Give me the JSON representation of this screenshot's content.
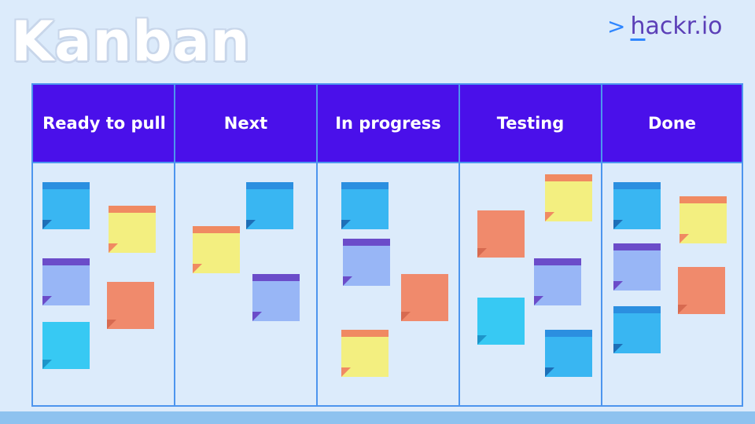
{
  "title": "Kanban",
  "logo": {
    "chevron": ">",
    "h": "h",
    "rest": "ackr.io"
  },
  "columns": [
    {
      "label": "Ready to pull"
    },
    {
      "label": "Next"
    },
    {
      "label": "In progress"
    },
    {
      "label": "Testing"
    },
    {
      "label": "Done"
    }
  ],
  "colors": {
    "header_bg": "#4a10ea",
    "board_border": "#4d95ee",
    "blue_note": "#39b6f2",
    "blue_strip": "#2b8fe0",
    "yellow_note": "#f3ef80",
    "orange_strip": "#f08a62",
    "lavender_note": "#98b6f6",
    "purple_strip": "#6b4cc9",
    "orange_note": "#f08a6c",
    "cyan_note": "#37c9f3"
  }
}
